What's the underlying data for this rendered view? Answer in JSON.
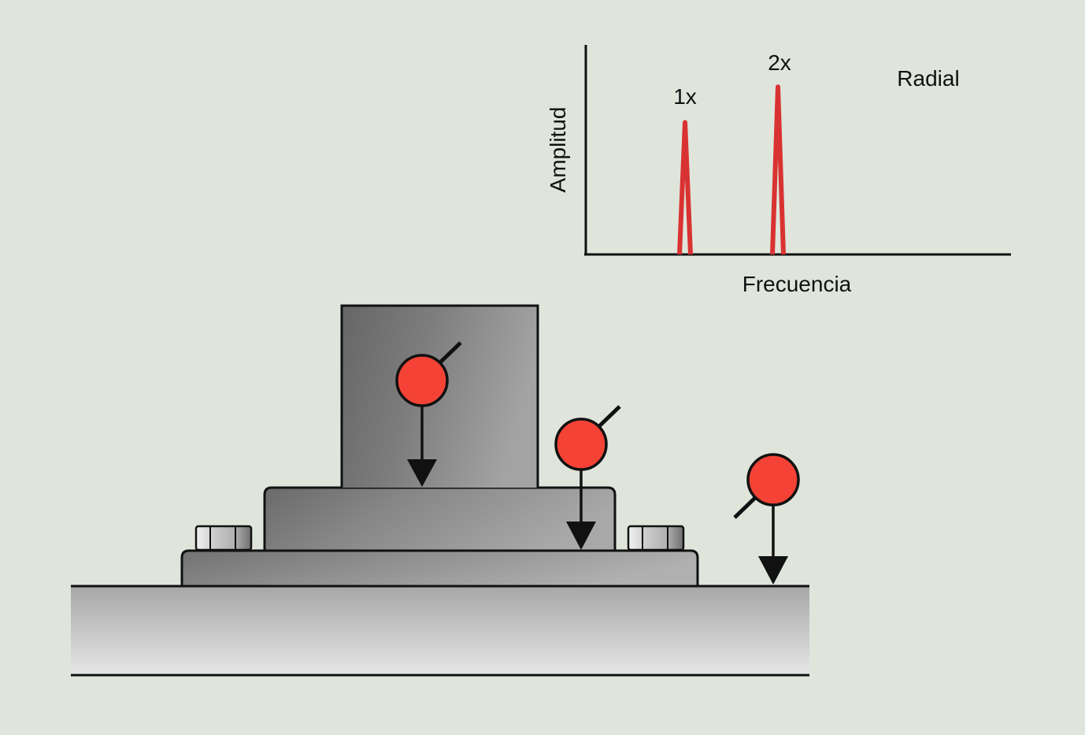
{
  "spectrum": {
    "y_axis_label": "Amplitud",
    "x_axis_label": "Frecuencia",
    "direction_label": "Radial",
    "peaks": [
      {
        "label": "1x",
        "relative_amplitude": 0.63
      },
      {
        "label": "2x",
        "relative_amplitude": 0.8
      }
    ],
    "peak_color": "#d93232"
  },
  "diagram": {
    "sensor_color": "#f44336",
    "sensors": [
      {
        "location": "machine-housing"
      },
      {
        "location": "base-plate"
      },
      {
        "location": "foundation"
      }
    ]
  }
}
